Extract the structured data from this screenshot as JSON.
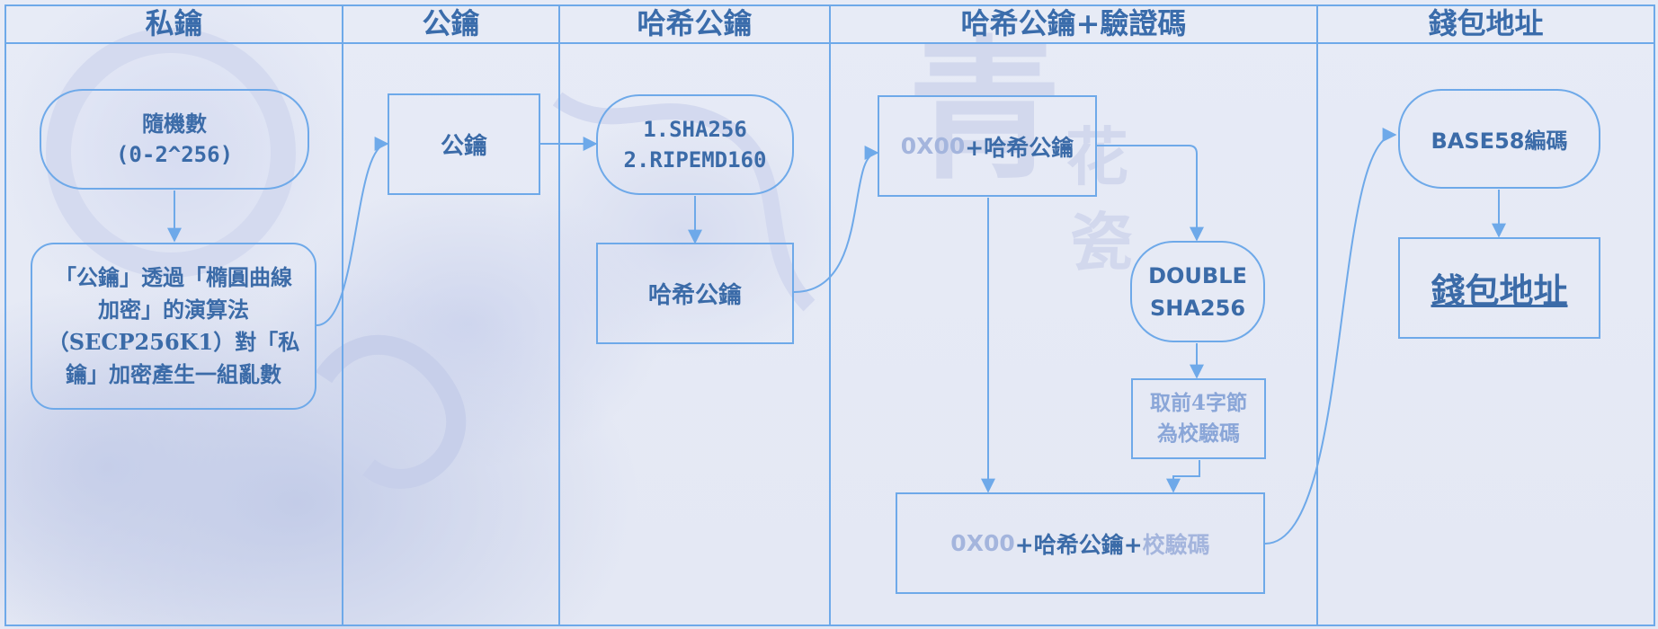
{
  "colors": {
    "line": "#6ea9e9",
    "text": "#3b6ba8",
    "faint_text": "#a4b5dd",
    "background": "#e6eaf5"
  },
  "columns": [
    {
      "title": "私鑰"
    },
    {
      "title": "公鑰"
    },
    {
      "title": "哈希公鑰"
    },
    {
      "title": "哈希公鑰+驗證碼"
    },
    {
      "title": "錢包地址"
    }
  ],
  "nodes": {
    "random_number": {
      "line1": "隨機數",
      "line2": "(0-2^256)"
    },
    "ecc_process": {
      "text": "「公鑰」透過「橢圓曲線加密」的演算法（SECP256K1）對「私鑰」加密產生一組亂數"
    },
    "public_key": {
      "text": "公鑰"
    },
    "hash_steps": {
      "line1": "1.SHA256",
      "line2": "2.RIPEMD160"
    },
    "hashed_public_key": {
      "text": "哈希公鑰"
    },
    "prefixed_hash": {
      "prefix": "0X00",
      "rest": "+哈希公鑰"
    },
    "double_sha": {
      "line1": "DOUBLE",
      "line2": "SHA256"
    },
    "checksum": {
      "line1": "取前4字節",
      "line2": "為校驗碼"
    },
    "full_payload": {
      "prefix": "0X00",
      "middle": "+哈希公鑰+",
      "suffix": "校驗碼"
    },
    "base58": {
      "text": "BASE58編碼"
    },
    "wallet_address": {
      "text": "錢包地址"
    }
  },
  "watermark": {
    "char1": "青",
    "char2": "花",
    "char3": "瓷"
  }
}
